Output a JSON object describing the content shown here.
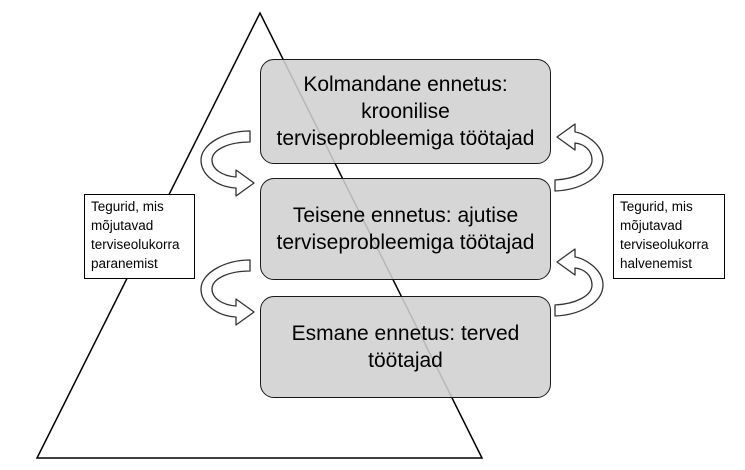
{
  "levels": {
    "tertiary": "Kolmandane ennetus: kroonilise terviseprobleemiga töötajad",
    "secondary": "Teisene ennetus: ajutise terviseprobleemiga töötajad",
    "primary": "Esmane ennetus: terved töötajad"
  },
  "side_labels": {
    "left": "Tegurid, mis mõjutavad terviseolukorra paranemist",
    "right": "Tegurid, mis mõjutavad terviseolukorra halvenemist"
  }
}
